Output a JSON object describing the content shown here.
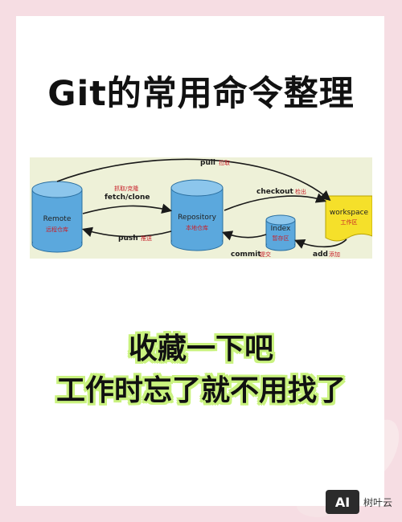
{
  "title": "Git的常用命令整理",
  "diagram": {
    "nodes": {
      "remote": {
        "name": "Remote",
        "sub": "远程仓库"
      },
      "repository": {
        "name": "Repository",
        "sub": "本地仓库"
      },
      "index": {
        "name": "Index",
        "sub": "暂存区"
      },
      "workspace": {
        "name": "workspace",
        "sub": "工作区"
      }
    },
    "arrows": {
      "pull": {
        "en": "pull",
        "cn": "拉取"
      },
      "fetch": {
        "cn": "抓取/克隆",
        "en": "fetch/clone"
      },
      "checkout": {
        "en": "checkout",
        "cn": "检出"
      },
      "push": {
        "en": "push",
        "cn": "推送"
      },
      "commit": {
        "en": "commit",
        "cn": "提交"
      },
      "add": {
        "en": "add",
        "cn": "添加"
      }
    },
    "colors": {
      "panel_bg": "#eef1d8",
      "cylinder": "#5ba8dd",
      "workspace": "#f5e02a",
      "arrow": "#1a1a1a",
      "cn_text": "#c8202a"
    }
  },
  "slogan": {
    "line1": "收藏一下吧",
    "line2": "工作时忘了就不用找了",
    "highlight": "#c9f27e"
  },
  "watermark": {
    "logo": "AI",
    "text": "树叶云"
  }
}
